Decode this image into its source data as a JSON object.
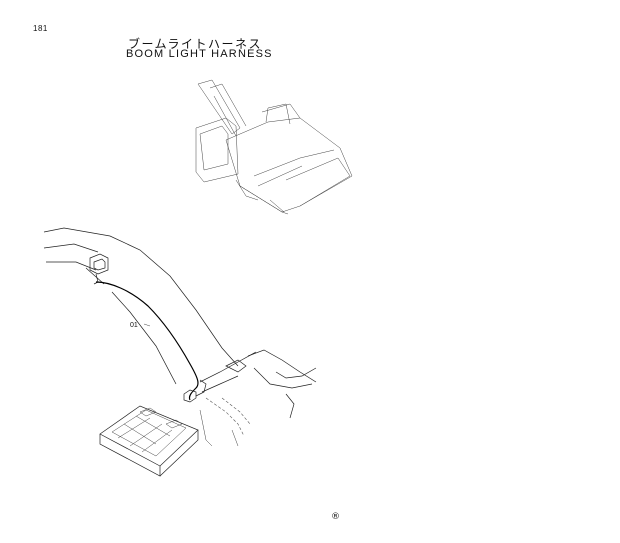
{
  "page_number": "181",
  "title_jp": "ブームライトハーネス",
  "title_en": "BOOM LIGHT HARNESS",
  "callout": "01",
  "registered_mark": "®",
  "icons": [
    "excavator-key-view-icon",
    "boom-light-icon",
    "connector-icon"
  ]
}
